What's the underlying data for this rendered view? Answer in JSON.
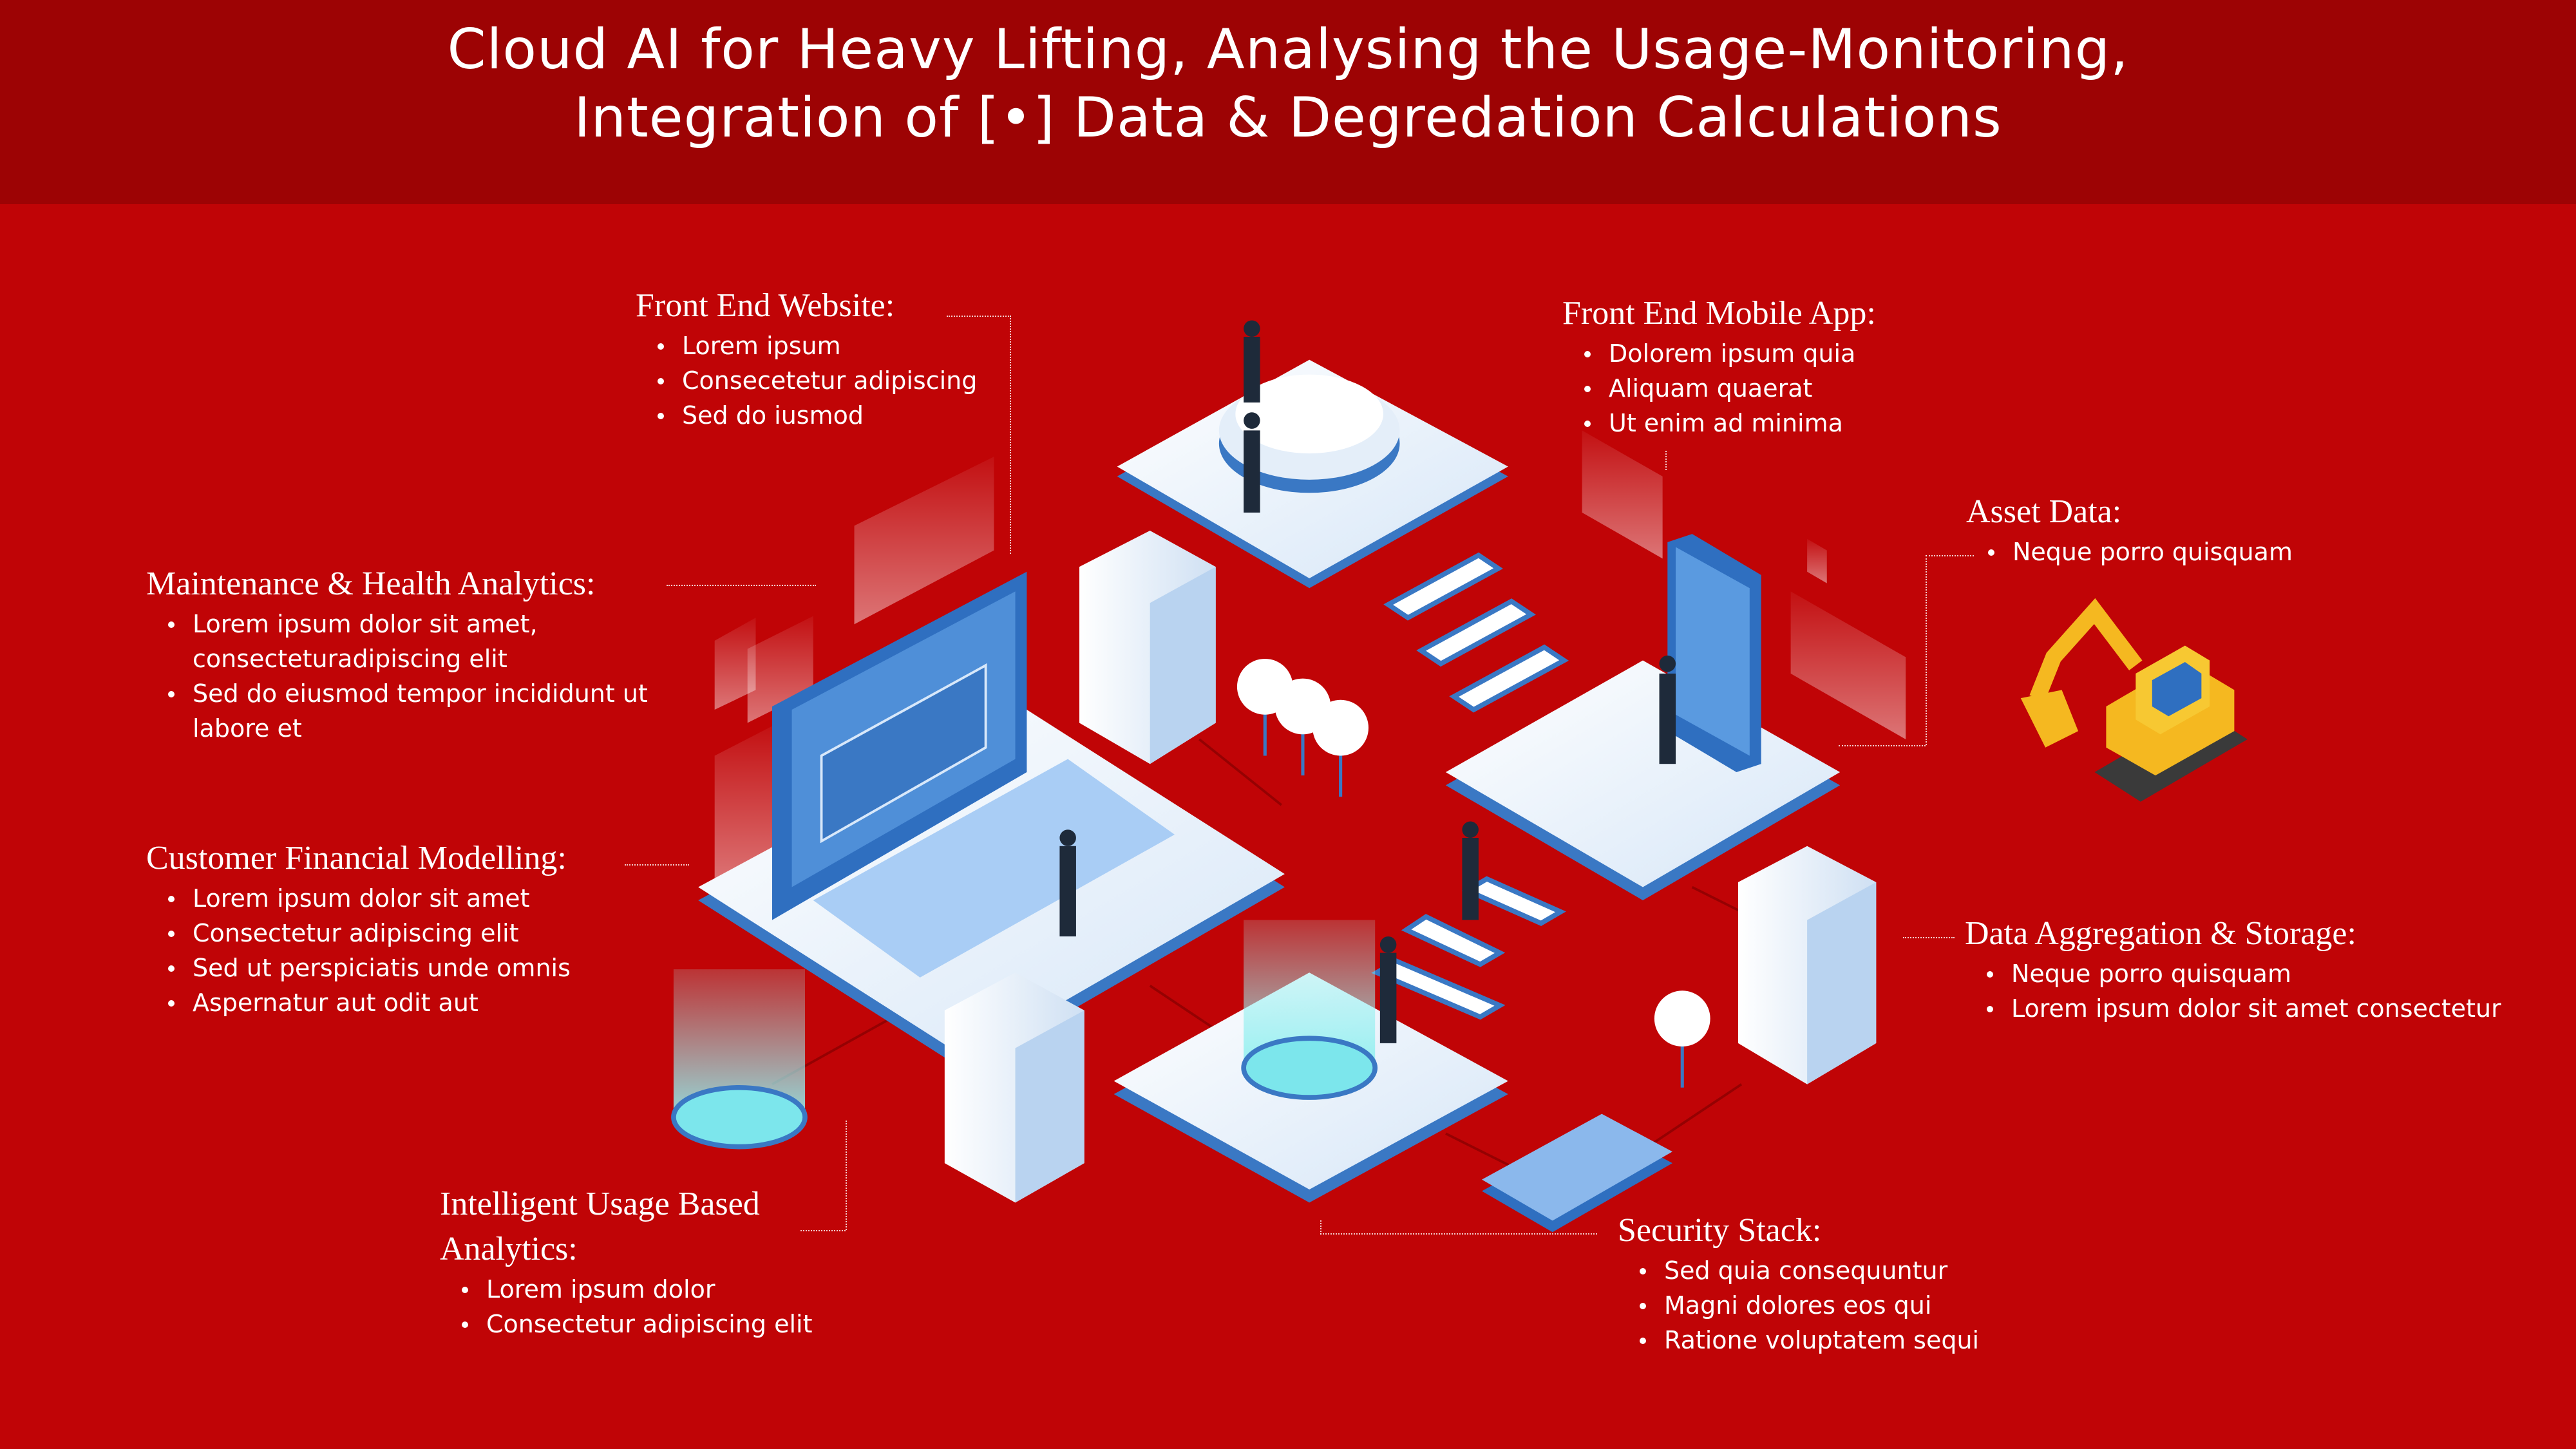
{
  "header": {
    "title_line1": "Cloud AI for Heavy Lifting, Analysing the Usage-Monitoring,",
    "title_line2": "Integration of [•] Data & Degredation Calculations"
  },
  "colors": {
    "header_bg": "#9d0304",
    "body_bg": "#c00406",
    "accent_blue": "#3b7fd0",
    "excavator": "#f5b820"
  },
  "sections": {
    "front_end_website": {
      "heading": "Front End Website:",
      "items": [
        "Lorem ipsum",
        "Consecetetur adipiscing",
        "Sed do iusmod"
      ]
    },
    "front_end_mobile": {
      "heading": "Front End Mobile App:",
      "items": [
        "Dolorem ipsum quia",
        "Aliquam quaerat",
        "Ut enim ad minima"
      ]
    },
    "asset_data": {
      "heading": "Asset Data:",
      "items": [
        "Neque porro quisquam"
      ]
    },
    "maintenance": {
      "heading": "Maintenance & Health Analytics:",
      "items": [
        "Lorem ipsum dolor sit amet, consecteturadipiscing elit",
        "Sed do eiusmod tempor incididunt ut labore et"
      ]
    },
    "financial": {
      "heading": "Customer Financial Modelling:",
      "items": [
        "Lorem ipsum dolor sit amet",
        "Consectetur adipiscing elit",
        "Sed ut perspiciatis unde omnis",
        "Aspernatur aut odit aut"
      ]
    },
    "data_aggregation": {
      "heading": "Data Aggregation & Storage:",
      "items": [
        "Neque porro quisquam",
        "Lorem ipsum dolor sit amet consectetur"
      ]
    },
    "usage_analytics": {
      "heading_line1": "Intelligent Usage Based",
      "heading_line2": "Analytics:",
      "items": [
        "Lorem ipsum dolor",
        "Consectetur adipiscing elit"
      ]
    },
    "security": {
      "heading": "Security Stack:",
      "items": [
        "Sed quia consequuntur",
        "Magni dolores eos qui",
        "Ratione voluptatem sequi"
      ]
    }
  }
}
